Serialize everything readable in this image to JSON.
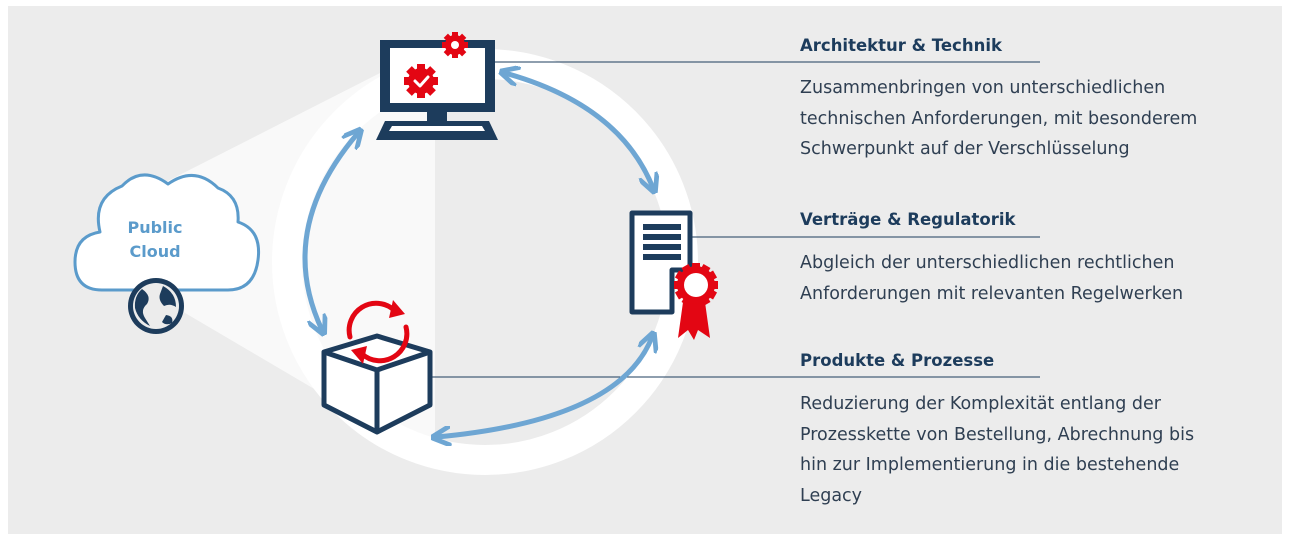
{
  "diagram": {
    "cloud": {
      "line1": "Public",
      "line2": "Cloud"
    },
    "icons": {
      "computer": "computer-with-gears-icon",
      "document": "certificate-document-icon",
      "box": "box-with-refresh-icon",
      "globe": "globe-icon",
      "cloud": "cloud-icon"
    },
    "colors": {
      "navy": "#1d3c5c",
      "arrow_blue": "#6ea6d3",
      "cloud_blue": "#5b9bcb",
      "accent_red": "#e30613",
      "background": "#ececec"
    }
  },
  "sections": [
    {
      "heading": "Architektur & Technik",
      "lines": [
        "Zusammenbringen von unterschiedlichen",
        "technischen Anforderungen, mit besonderem",
        "Schwerpunkt auf der Verschlüsselung"
      ]
    },
    {
      "heading": "Verträge & Regulatorik",
      "lines": [
        "Abgleich der unterschiedlichen rechtlichen",
        "Anforderungen mit relevanten Regelwerken"
      ]
    },
    {
      "heading": "Produkte & Prozesse",
      "lines": [
        "Reduzierung der Komplexität entlang der",
        "Prozesskette von Bestellung, Abrechnung bis",
        "hin zur Implementierung in die bestehende",
        "Legacy"
      ]
    }
  ]
}
